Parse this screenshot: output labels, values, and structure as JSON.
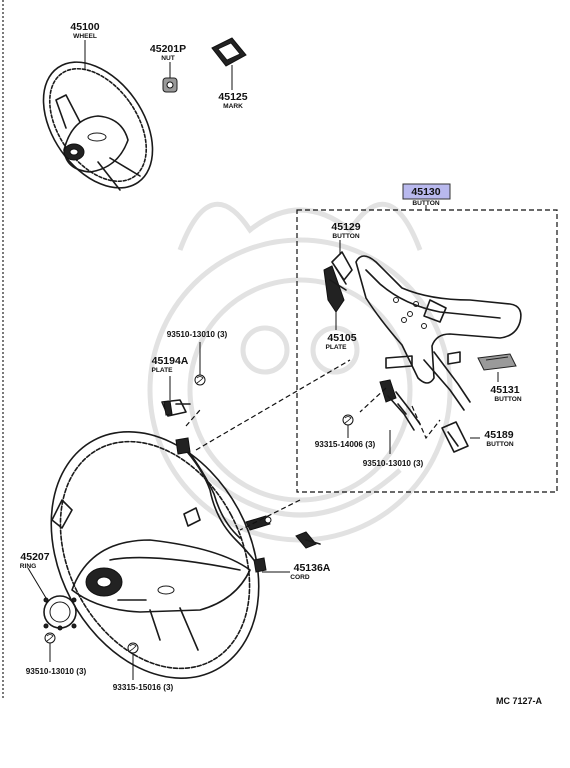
{
  "highlight_color": "#b9b9ee",
  "parts": {
    "wheel": {
      "number": "45100",
      "name": "WHEEL"
    },
    "nut": {
      "number": "45201P",
      "name": "NUT"
    },
    "mark": {
      "number": "45125",
      "name": "MARK"
    },
    "button_assy": {
      "number": "45130",
      "name": "BUTTON"
    },
    "button_45129": {
      "number": "45129",
      "name": "BUTTON"
    },
    "plate_45105": {
      "number": "45105",
      "name": "PLATE"
    },
    "button_45131": {
      "number": "45131",
      "name": "BUTTON"
    },
    "button_45189": {
      "number": "45189",
      "name": "BUTTON"
    },
    "plate_45194a": {
      "number": "45194A",
      "name": "PLATE"
    },
    "ring": {
      "number": "45207",
      "name": "RING"
    },
    "cord": {
      "number": "45136A",
      "name": "CORD"
    }
  },
  "refs": {
    "r1": "93510-13010 (3)",
    "r2": "93315-14006 (3)",
    "r3": "93510-13010 (3)",
    "r4": "93510-13010 (3)",
    "r5": "93315-15016 (3)"
  },
  "diagram_code": "MC  7127-A"
}
